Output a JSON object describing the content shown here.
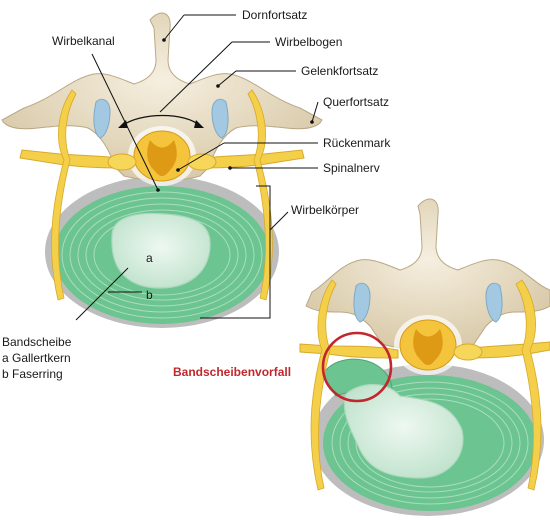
{
  "labels": {
    "dornfortsatz": "Dornfortsatz",
    "wirbelkanal": "Wirbelkanal",
    "wirbelbogen": "Wirbelbogen",
    "gelenkfortsatz": "Gelenkfortsatz",
    "querfortsatz": "Querfortsatz",
    "rueckenmark": "Rückenmark",
    "spinalnerv": "Spinalnerv",
    "wirbelkoerper": "Wirbelkörper",
    "bandscheibe": "Bandscheibe",
    "gallertkern": "a  Gallertkern",
    "faserring": "b  Faserring",
    "letter_a": "a",
    "letter_b": "b",
    "bandscheibenvorfall": "Bandscheibenvorfall"
  },
  "colors": {
    "bone": "#ede3cf",
    "bone_shadow": "#cdbf9f",
    "cortex": "#c9c9c9",
    "disc_ring": "#64c28c",
    "disc_nucleus": "#d9efe0",
    "cord": "#f2c23a",
    "cord_grey": "#d9960f",
    "nerve": "#f4cf4a",
    "facet": "#9fc6e0",
    "highlight_circle": "#c0282d"
  }
}
